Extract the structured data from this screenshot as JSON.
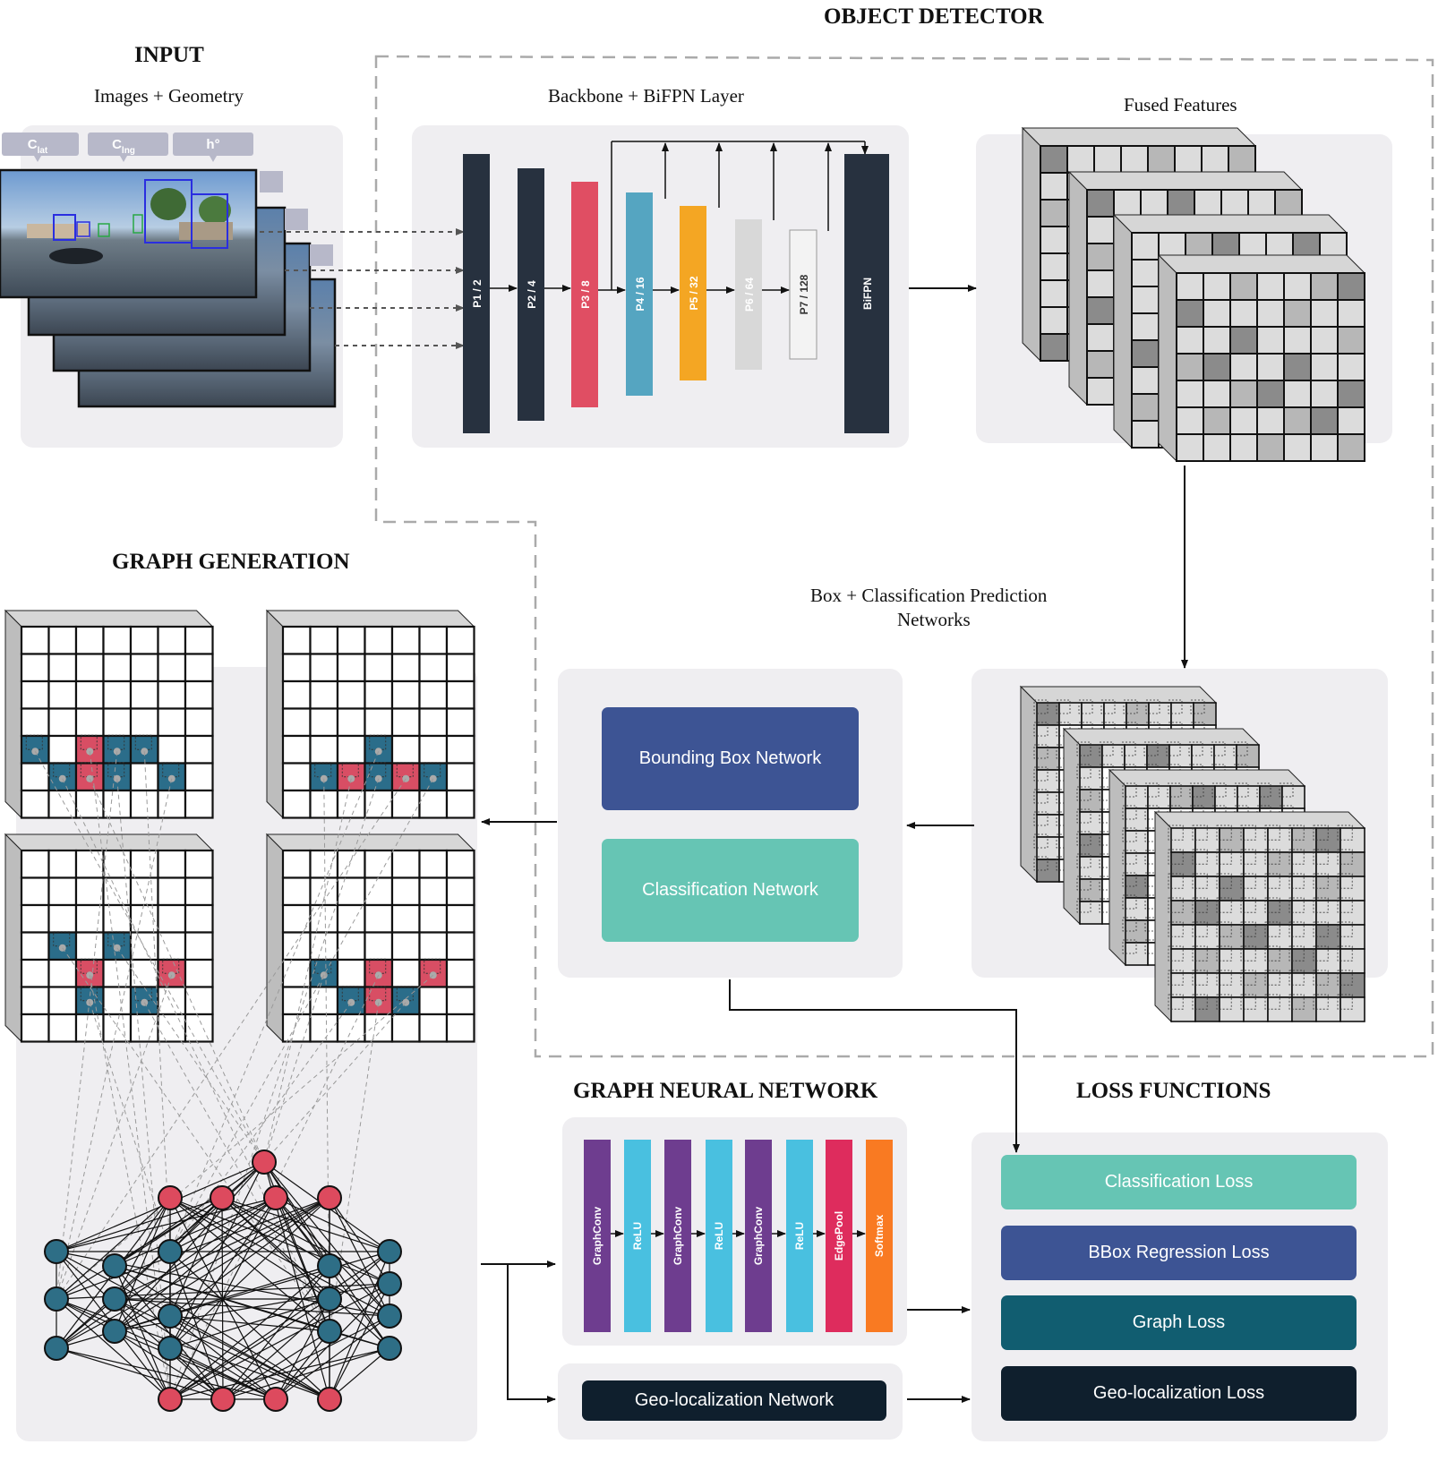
{
  "titles": {
    "input": "INPUT",
    "object_detector": "OBJECT DETECTOR",
    "graph_generation": "GRAPH GENERATION",
    "gnn": "GRAPH NEURAL NETWORK",
    "loss": "LOSS FUNCTIONS"
  },
  "subtitles": {
    "input": "Images + Geometry",
    "backbone": "Backbone + BiFPN Layer",
    "fused": "Fused Features",
    "prediction_line1": "Box + Classification Prediction",
    "prediction_line2": "Networks"
  },
  "input_tags": [
    {
      "main": "C",
      "sub": "lat"
    },
    {
      "main": "C",
      "sub": "lng"
    },
    {
      "main": "h°",
      "sub": ""
    }
  ],
  "backbone_layers": [
    {
      "label": "P1 / 2",
      "color": "#27313f",
      "text_color": "#ffffff"
    },
    {
      "label": "P2 / 4",
      "color": "#27313f",
      "text_color": "#ffffff"
    },
    {
      "label": "P3 / 8",
      "color": "#e04e63",
      "text_color": "#ffffff"
    },
    {
      "label": "P4 / 16",
      "color": "#55a5c1",
      "text_color": "#ffffff"
    },
    {
      "label": "P5 / 32",
      "color": "#f4a623",
      "text_color": "#ffffff"
    },
    {
      "label": "P6 / 64",
      "color": "#d8d8d8",
      "text_color": "#ffffff"
    },
    {
      "label": "P7 / 128",
      "color": "#f3f3f3",
      "text_color": "#333333"
    },
    {
      "label": "BiFPN",
      "color": "#27313f",
      "text_color": "#ffffff"
    }
  ],
  "prediction_networks": {
    "bbox": {
      "label": "Bounding Box Network",
      "color": "#3d5494"
    },
    "cls": {
      "label": "Classification Network",
      "color": "#66c5b4"
    }
  },
  "gnn_layers": [
    {
      "label": "GraphConv",
      "color": "#6e3d8f"
    },
    {
      "label": "ReLU",
      "color": "#49c0e0"
    },
    {
      "label": "GraphConv",
      "color": "#6e3d8f"
    },
    {
      "label": "ReLU",
      "color": "#49c0e0"
    },
    {
      "label": "GraphConv",
      "color": "#6e3d8f"
    },
    {
      "label": "ReLU",
      "color": "#49c0e0"
    },
    {
      "label": "EdgePool",
      "color": "#de2c5d"
    },
    {
      "label": "Softmax",
      "color": "#f97a22"
    }
  ],
  "geo_network": {
    "label": "Geo-localization Network",
    "color": "#0f1f2d"
  },
  "losses": [
    {
      "label": "Classification Loss",
      "color": "#66c5b4"
    },
    {
      "label": "BBox Regression Loss",
      "color": "#3d5494"
    },
    {
      "label": "Graph Loss",
      "color": "#115d70"
    },
    {
      "label": "Geo-localization Loss",
      "color": "#0f1f2d"
    }
  ],
  "colors": {
    "panel": "#efeef1",
    "node_red": "#dd4a5e",
    "node_teal": "#2e6e86",
    "cell_red": "#d84e64",
    "cell_teal": "#2b6d8a"
  }
}
